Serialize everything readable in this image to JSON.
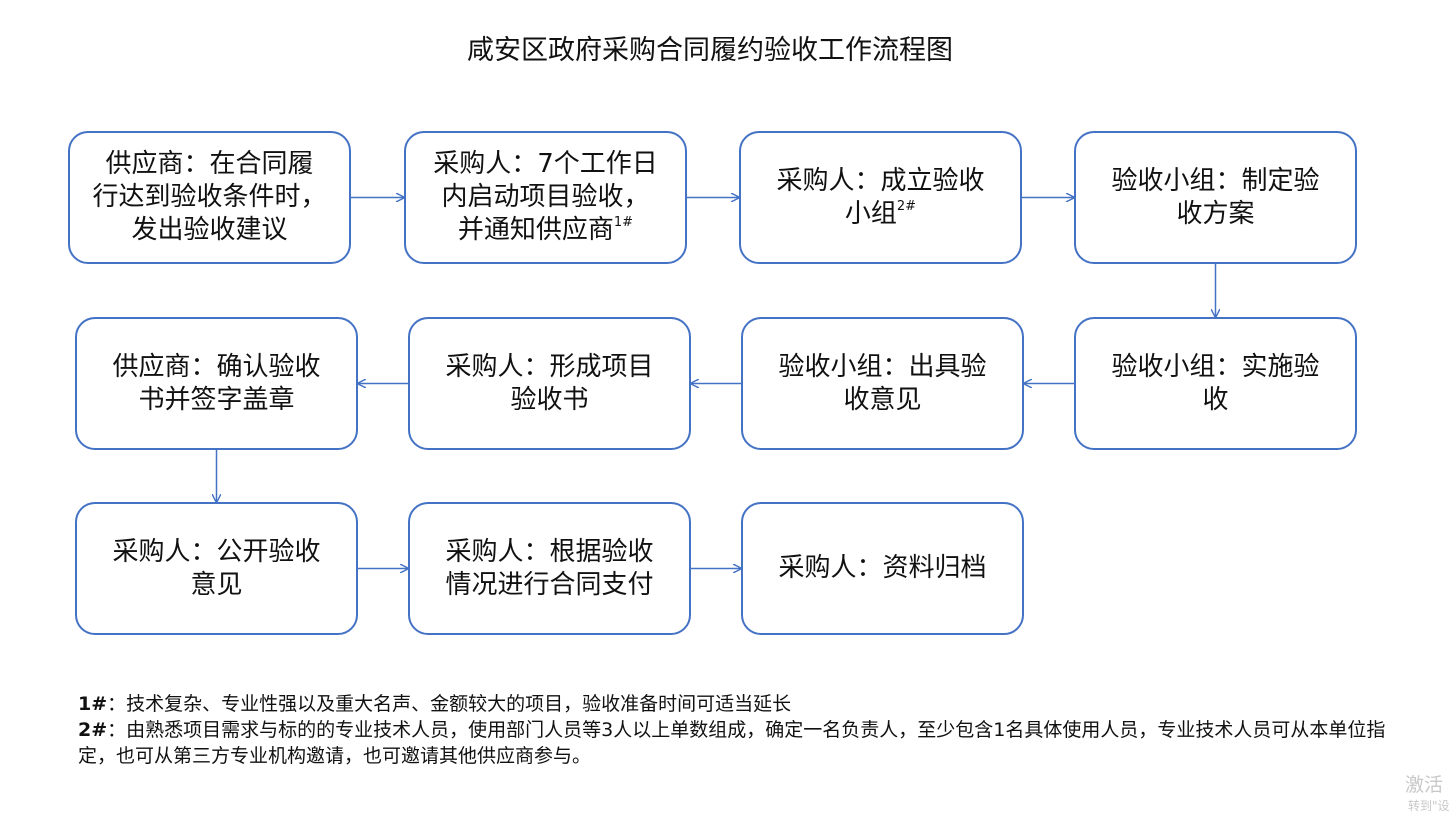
{
  "title": "咸安区政府采购合同履约验收工作流程图",
  "colors": {
    "box_border": "#4472c4",
    "arrow": "#4472c4",
    "text": "#111111"
  },
  "nodes": [
    {
      "id": "n1",
      "lines": [
        "供应商：在合同履",
        "行达到验收条件时，",
        "发出验收建议"
      ],
      "sup": ""
    },
    {
      "id": "n2",
      "lines": [
        "采购人：7个工作日",
        "内启动项目验收，",
        "并通知供应商"
      ],
      "sup": "1#"
    },
    {
      "id": "n3",
      "lines": [
        "采购人：成立验收",
        "小组"
      ],
      "sup": "2#"
    },
    {
      "id": "n4",
      "lines": [
        "验收小组：制定验",
        "收方案"
      ],
      "sup": ""
    },
    {
      "id": "n5",
      "lines": [
        "验收小组：实施验",
        "收"
      ],
      "sup": ""
    },
    {
      "id": "n6",
      "lines": [
        "验收小组：出具验",
        "收意见"
      ],
      "sup": ""
    },
    {
      "id": "n7",
      "lines": [
        "采购人：形成项目",
        "验收书"
      ],
      "sup": ""
    },
    {
      "id": "n8",
      "lines": [
        "供应商：确认验收",
        "书并签字盖章"
      ],
      "sup": ""
    },
    {
      "id": "n9",
      "lines": [
        "采购人：公开验收",
        "意见"
      ],
      "sup": ""
    },
    {
      "id": "n10",
      "lines": [
        "采购人：根据验收",
        "情况进行合同支付"
      ],
      "sup": ""
    },
    {
      "id": "n11",
      "lines": [
        "采购人：资料归档"
      ],
      "sup": ""
    }
  ],
  "edges": [
    {
      "from": "n1",
      "to": "n2"
    },
    {
      "from": "n2",
      "to": "n3"
    },
    {
      "from": "n3",
      "to": "n4"
    },
    {
      "from": "n4",
      "to": "n5"
    },
    {
      "from": "n5",
      "to": "n6"
    },
    {
      "from": "n6",
      "to": "n7"
    },
    {
      "from": "n7",
      "to": "n8"
    },
    {
      "from": "n8",
      "to": "n9"
    },
    {
      "from": "n9",
      "to": "n10"
    },
    {
      "from": "n10",
      "to": "n11"
    }
  ],
  "notes": [
    {
      "mark": "1#",
      "text": "：技术复杂、专业性强以及重大名声、金额较大的项目，验收准备时间可适当延长"
    },
    {
      "mark": "2#",
      "text": "：由熟悉项目需求与标的的专业技术人员，使用部门人员等3人以上单数组成，确定一名负责人，至少包含1名具体使用人员，专业技术人员可从本单位指定，也可从第三方专业机构邀请，也可邀请其他供应商参与。"
    }
  ],
  "watermark": {
    "main": "激活",
    "sub": "转到\"设"
  }
}
